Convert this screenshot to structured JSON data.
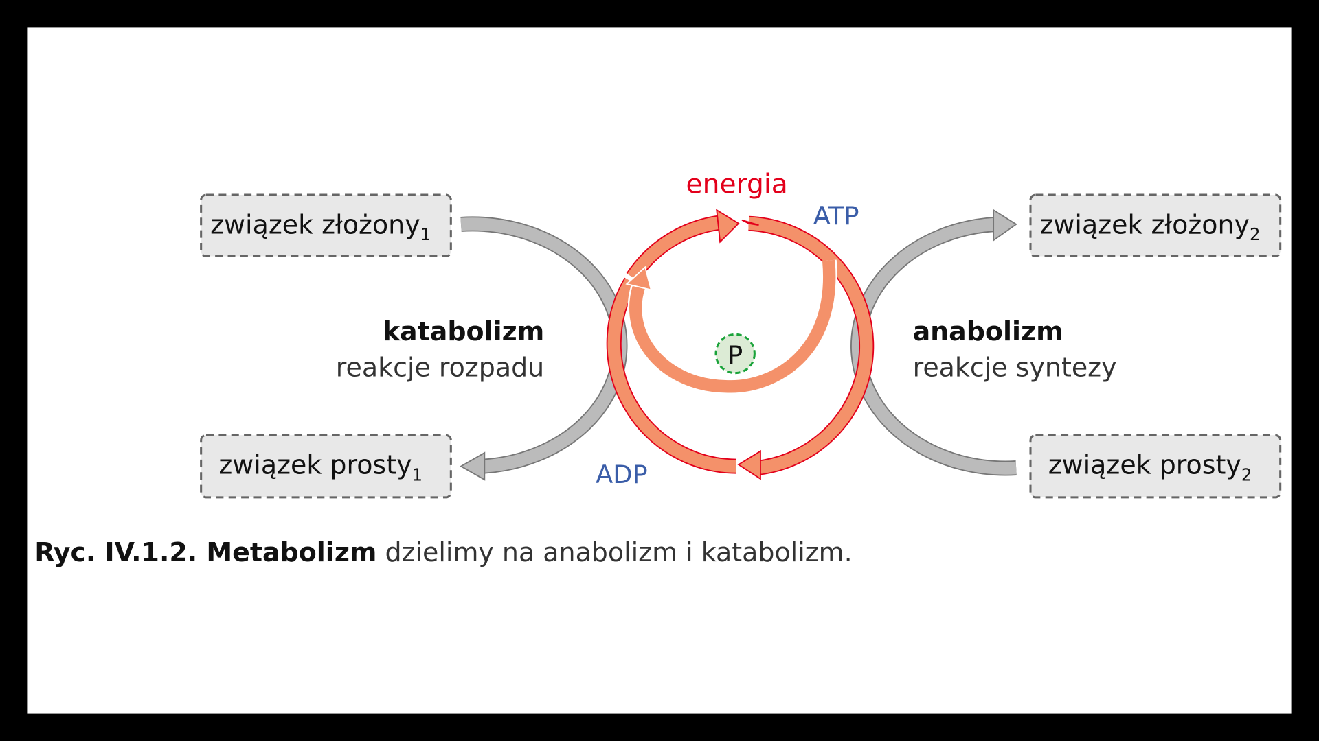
{
  "boxes": {
    "complex_1": {
      "text": "związek złożony",
      "sub": "1"
    },
    "simple_1": {
      "text": "związek prosty",
      "sub": "1"
    },
    "complex_2": {
      "text": "związek złożony",
      "sub": "2"
    },
    "simple_2": {
      "text": "związek prosty",
      "sub": "2"
    }
  },
  "catabolism": {
    "title": "katabolizm",
    "desc": "reakcje rozpadu"
  },
  "anabolism": {
    "title": "anabolizm",
    "desc": "reakcje syntezy"
  },
  "cycle": {
    "energy": "energia",
    "atp": "ATP",
    "adp": "ADP",
    "phosphate": "P"
  },
  "caption": {
    "bold": "Ryc. IV.1.2. Metabolizm",
    "rest": " dzielimy na anabolizm i katabolizm."
  },
  "colors": {
    "energy": "#e3001b",
    "atp_adp": "#3a5da8",
    "arrow_fill": "#f4916a",
    "grey_arrow": "#bbbbbb",
    "phosphate": "#1aa33a"
  }
}
